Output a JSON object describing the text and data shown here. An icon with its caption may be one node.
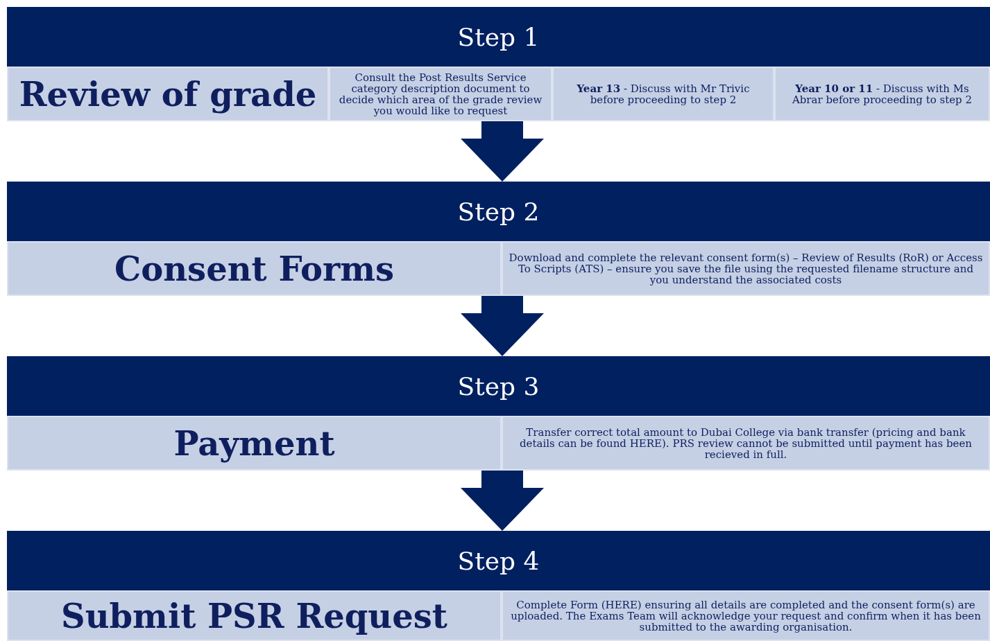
{
  "diagram": {
    "nodes": [
      {
        "text": [
          "Step 1"
        ]
      },
      {
        "text": [
          "Review of grade"
        ],
        "in": 0
      },
      {
        "text": [
          "Consult the Post Results Service category description document to decide which area of the grade review you would like to request"
        ],
        "in": 0
      },
      {
        "text": [
          "**Year 13** - Discuss with Mr Trivic before proceeding to step 2"
        ],
        "in": 0
      },
      {
        "text": [
          "**Year 10 or 11** - Discuss with Ms Abrar before proceeding to step 2"
        ],
        "in": 0
      },
      {
        "text": [
          "Step 2"
        ]
      },
      {
        "text": [
          "Consent Forms"
        ],
        "in": 5
      },
      {
        "text": [
          "Download and complete the relevant consent form(s) – Review of Results (RoR) or Access To Scripts (ATS) – ensure you save the file using the requested filename structure and you understand the associated costs"
        ],
        "in": 5
      },
      {
        "text": [
          "Step 3"
        ]
      },
      {
        "text": [
          "Payment"
        ],
        "in": 8
      },
      {
        "text": [
          "Transfer correct total amount to Dubai College via bank transfer (pricing and bank details can be found HERE). PRS review cannot be submitted until payment has been recieved in full."
        ],
        "in": 8
      },
      {
        "text": [
          "Step 4"
        ]
      },
      {
        "text": [
          "Submit PSR Request"
        ],
        "in": 11
      },
      {
        "text": [
          "Complete Form (HERE) ensuring all details are completed and the consent form(s) are uploaded. The Exams Team will acknowledge your request and confirm when it has been submitted to the awarding organisation."
        ],
        "in": 11
      }
    ],
    "edges": [
      {
        "from": 0,
        "to": 5,
        "arrow": "to"
      },
      {
        "from": 5,
        "to": 8,
        "arrow": "to"
      },
      {
        "from": 8,
        "to": 11,
        "arrow": "to"
      }
    ]
  }
}
